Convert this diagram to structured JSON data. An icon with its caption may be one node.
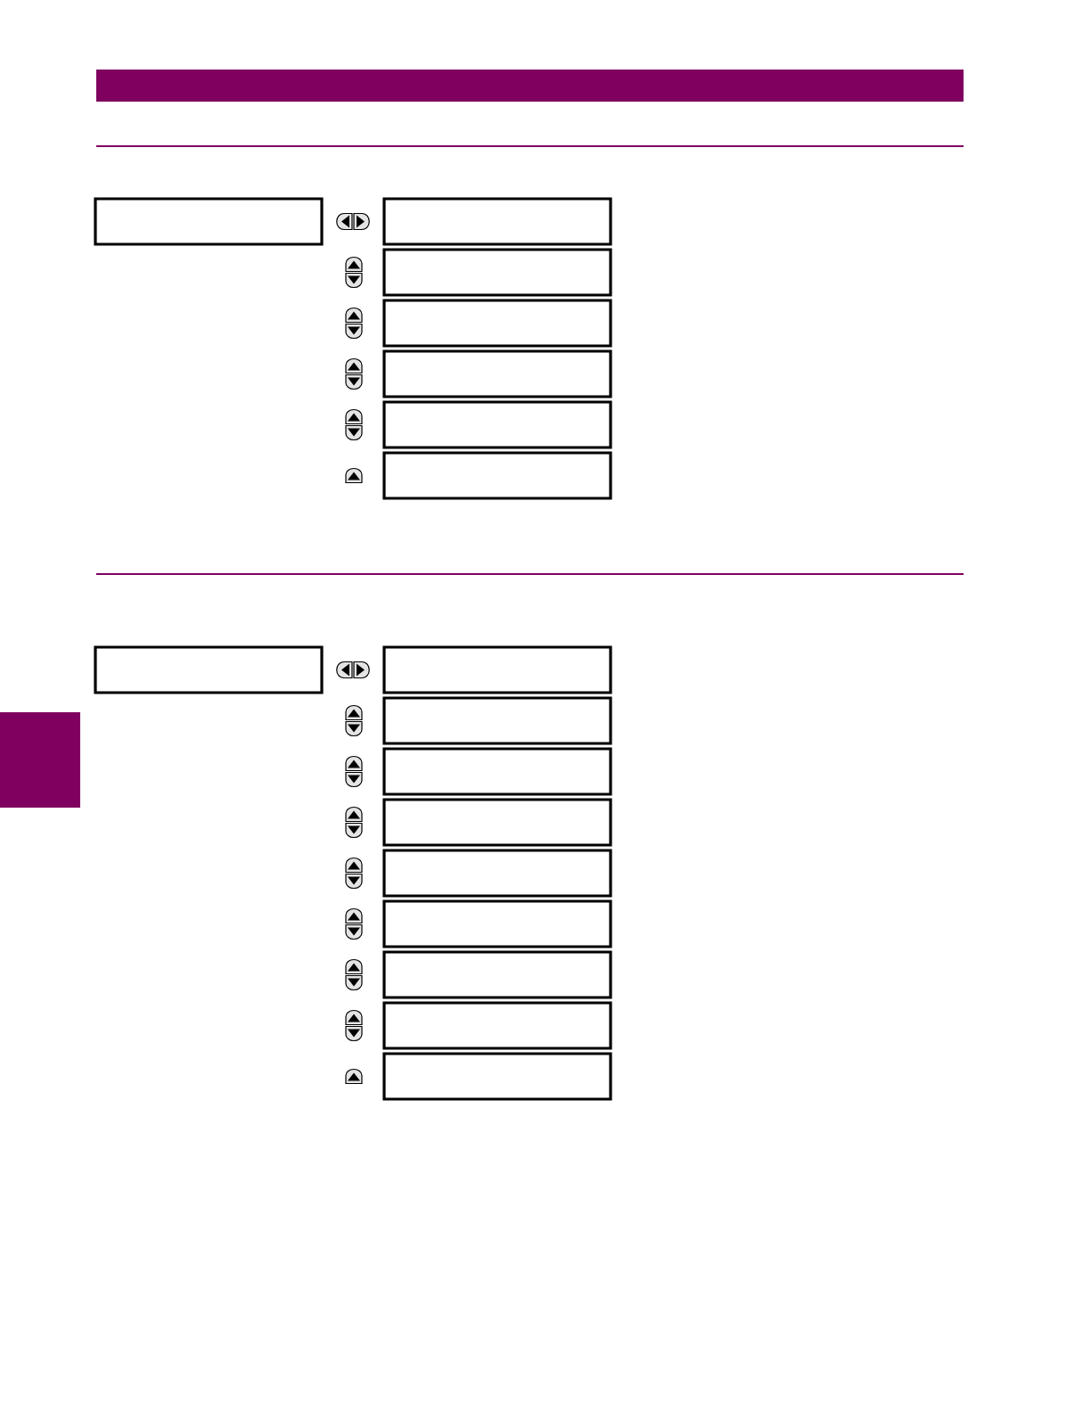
{
  "diagram": {
    "nodes": [
      {
        "text": [],
        "shape": "box"
      },
      {
        "text": [],
        "shape": "box"
      },
      {
        "text": [],
        "shape": "box"
      },
      {
        "text": [],
        "shape": "box"
      },
      {
        "text": [],
        "shape": "box"
      },
      {
        "text": [],
        "shape": "box"
      },
      {
        "text": [],
        "shape": "box"
      },
      {
        "text": [],
        "shape": "box"
      },
      {
        "text": [],
        "shape": "box"
      },
      {
        "text": [],
        "shape": "box"
      },
      {
        "text": [],
        "shape": "box"
      },
      {
        "text": [],
        "shape": "box"
      },
      {
        "text": [],
        "shape": "box"
      },
      {
        "text": [],
        "shape": "box"
      },
      {
        "text": [],
        "shape": "box"
      },
      {
        "text": [],
        "shape": "box"
      },
      {
        "text": [],
        "shape": "box"
      },
      {
        "text": [],
        "shape": "tab"
      }
    ]
  }
}
